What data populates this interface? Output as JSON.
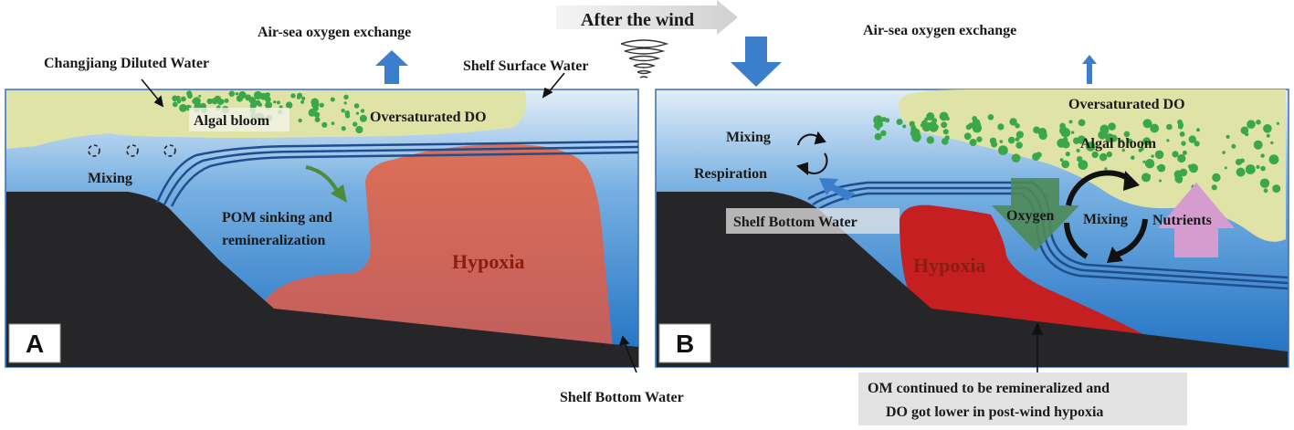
{
  "header": {
    "after_wind": "After the wind"
  },
  "panel_a": {
    "letter": "A",
    "air_sea": "Air-sea oxygen exchange",
    "changjiang": "Changjiang Diluted Water",
    "shelf_surface": "Shelf Surface Water",
    "algal_bloom": "Algal bloom",
    "oversaturated": "Oversaturated DO",
    "mixing": "Mixing",
    "pom_line1": "POM sinking and",
    "pom_line2": "remineralization",
    "hypoxia": "Hypoxia",
    "shelf_bottom": "Shelf Bottom Water"
  },
  "panel_b": {
    "letter": "B",
    "air_sea": "Air-sea oxygen exchange",
    "oversaturated": "Oversaturated DO",
    "algal_bloom": "Algal bloom",
    "mixing_left": "Mixing",
    "respiration": "Respiration",
    "shelf_bottom": "Shelf Bottom Water",
    "oxygen": "Oxygen",
    "mixing_right": "Mixing",
    "nutrients": "Nutrients",
    "hypoxia": "Hypoxia",
    "note_line1": "OM continued to be remineralized and",
    "note_line2": "DO got lower in post-wind hypoxia"
  },
  "colors": {
    "water_top": "#d8e8f6",
    "water_bottom": "#1f73c6",
    "seafloor": "#262628",
    "surface_layer": "#dfe3a6",
    "hypoxia_a": "#d86a58",
    "hypoxia_b": "#c61f22",
    "bloom_dots": "#3aa84a",
    "arrow_blue": "#3b7fcc",
    "oxygen_arrow": "#4e8a57",
    "nutrient_arrow": "#d49ccf"
  }
}
